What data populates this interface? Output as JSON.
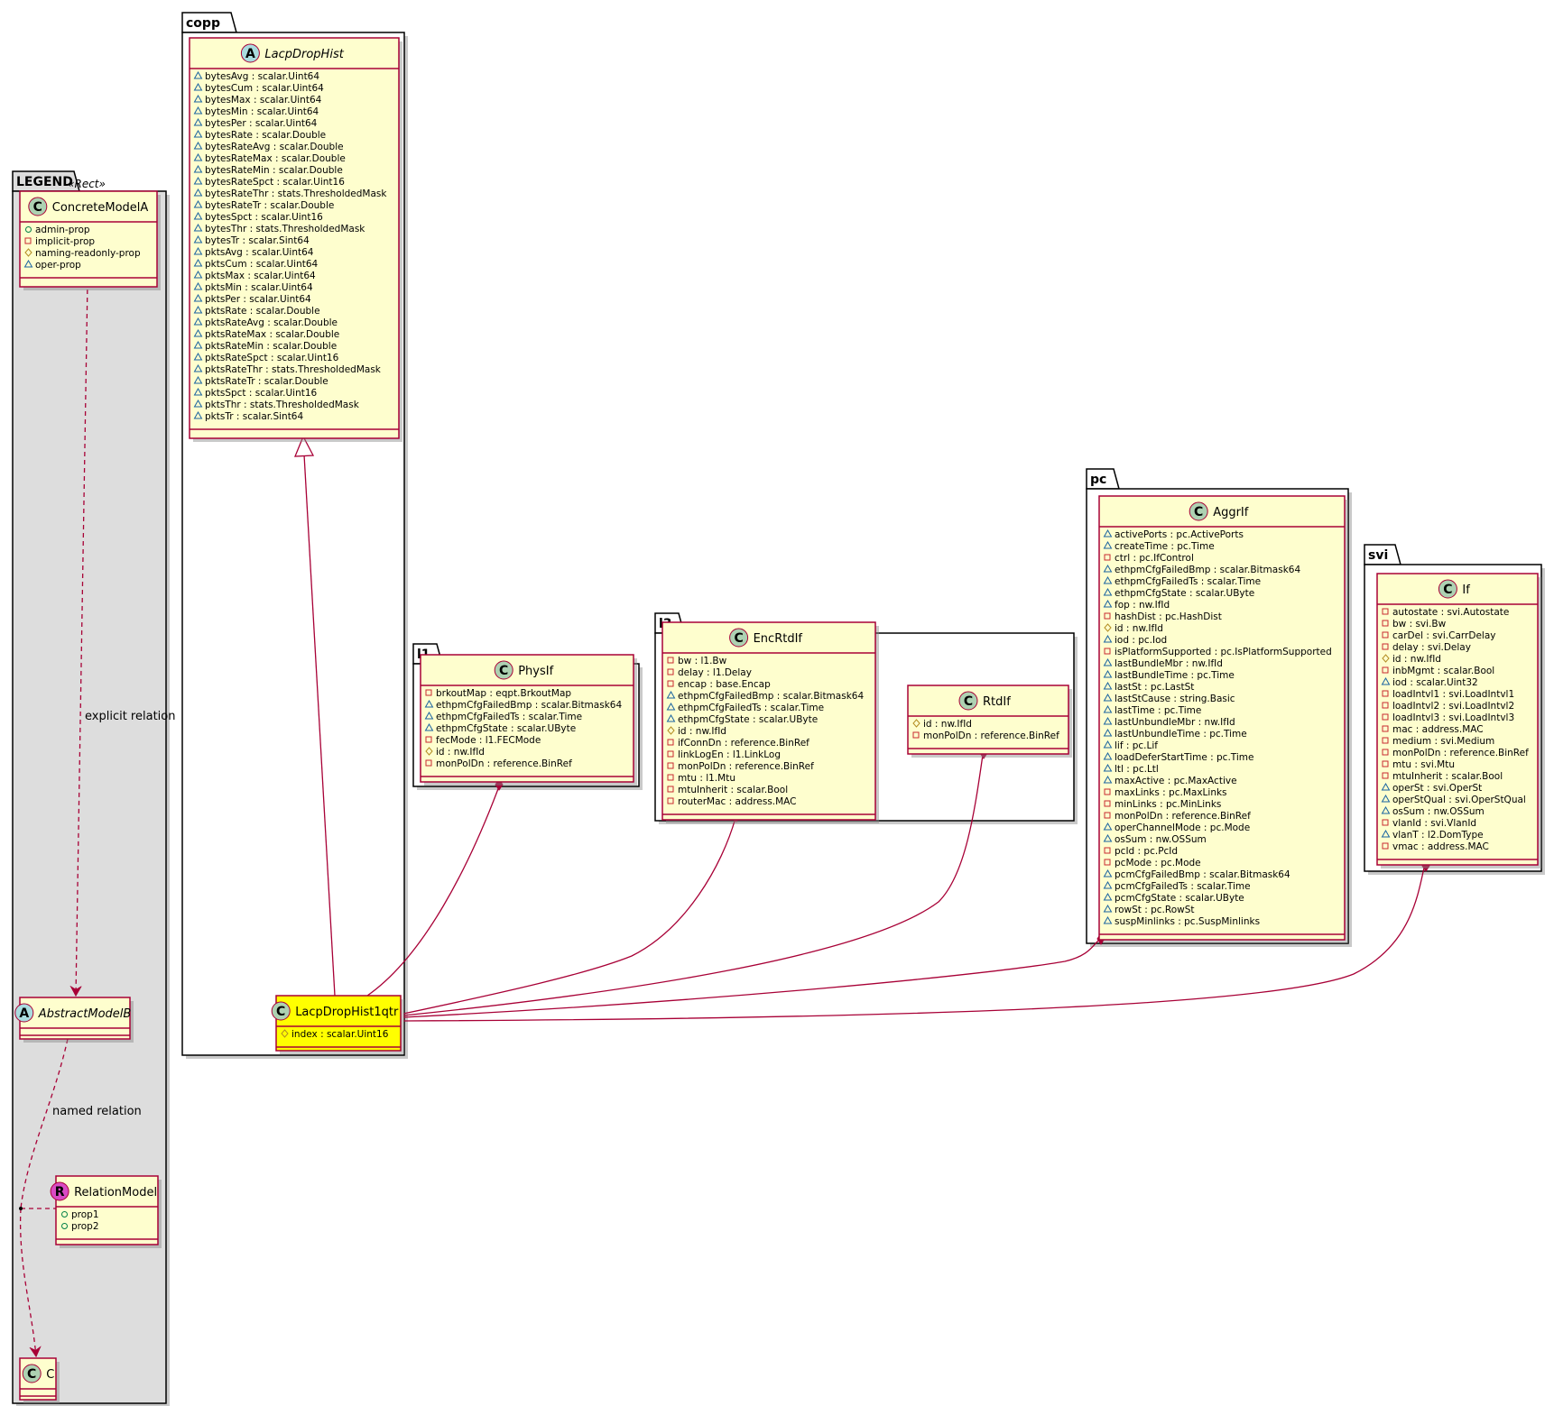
{
  "packages": {
    "legend": "LEGEND",
    "copp": "copp",
    "l1": "l1",
    "l3": "l3",
    "pc": "pc",
    "svi": "svi"
  },
  "legend": {
    "stereotype": "«Rect»",
    "concrete_model": {
      "name": "ConcreteModelA",
      "kind": "C",
      "attrs": [
        {
          "vis": "public",
          "text": "admin-prop"
        },
        {
          "vis": "private",
          "text": "implicit-prop"
        },
        {
          "vis": "protected",
          "text": "naming-readonly-prop"
        },
        {
          "vis": "package",
          "text": "oper-prop"
        }
      ]
    },
    "abstract_model": {
      "name": "AbstractModelB",
      "kind": "A"
    },
    "relation_model": {
      "name": "RelationModel",
      "kind": "R",
      "attrs": [
        {
          "vis": "public",
          "text": "prop1"
        },
        {
          "vis": "public",
          "text": "prop2"
        }
      ]
    },
    "c_model": {
      "name": "C",
      "kind": "C"
    },
    "explicit_relation": "explicit relation",
    "named_relation": "named relation"
  },
  "classes": {
    "lacp_drop_hist": {
      "name": "LacpDropHist",
      "kind": "A",
      "attrs": [
        {
          "vis": "package",
          "text": "bytesAvg : scalar.Uint64"
        },
        {
          "vis": "package",
          "text": "bytesCum : scalar.Uint64"
        },
        {
          "vis": "package",
          "text": "bytesMax : scalar.Uint64"
        },
        {
          "vis": "package",
          "text": "bytesMin : scalar.Uint64"
        },
        {
          "vis": "package",
          "text": "bytesPer : scalar.Uint64"
        },
        {
          "vis": "package",
          "text": "bytesRate : scalar.Double"
        },
        {
          "vis": "package",
          "text": "bytesRateAvg : scalar.Double"
        },
        {
          "vis": "package",
          "text": "bytesRateMax : scalar.Double"
        },
        {
          "vis": "package",
          "text": "bytesRateMin : scalar.Double"
        },
        {
          "vis": "package",
          "text": "bytesRateSpct : scalar.Uint16"
        },
        {
          "vis": "package",
          "text": "bytesRateThr : stats.ThresholdedMask"
        },
        {
          "vis": "package",
          "text": "bytesRateTr : scalar.Double"
        },
        {
          "vis": "package",
          "text": "bytesSpct : scalar.Uint16"
        },
        {
          "vis": "package",
          "text": "bytesThr : stats.ThresholdedMask"
        },
        {
          "vis": "package",
          "text": "bytesTr : scalar.Sint64"
        },
        {
          "vis": "package",
          "text": "pktsAvg : scalar.Uint64"
        },
        {
          "vis": "package",
          "text": "pktsCum : scalar.Uint64"
        },
        {
          "vis": "package",
          "text": "pktsMax : scalar.Uint64"
        },
        {
          "vis": "package",
          "text": "pktsMin : scalar.Uint64"
        },
        {
          "vis": "package",
          "text": "pktsPer : scalar.Uint64"
        },
        {
          "vis": "package",
          "text": "pktsRate : scalar.Double"
        },
        {
          "vis": "package",
          "text": "pktsRateAvg : scalar.Double"
        },
        {
          "vis": "package",
          "text": "pktsRateMax : scalar.Double"
        },
        {
          "vis": "package",
          "text": "pktsRateMin : scalar.Double"
        },
        {
          "vis": "package",
          "text": "pktsRateSpct : scalar.Uint16"
        },
        {
          "vis": "package",
          "text": "pktsRateThr : stats.ThresholdedMask"
        },
        {
          "vis": "package",
          "text": "pktsRateTr : scalar.Double"
        },
        {
          "vis": "package",
          "text": "pktsSpct : scalar.Uint16"
        },
        {
          "vis": "package",
          "text": "pktsThr : stats.ThresholdedMask"
        },
        {
          "vis": "package",
          "text": "pktsTr : scalar.Sint64"
        }
      ]
    },
    "lacp_drop_hist_1qtr": {
      "name": "LacpDropHist1qtr",
      "kind": "C",
      "highlight": "#ffff00",
      "attrs": [
        {
          "vis": "protected",
          "text": "index : scalar.Uint16"
        }
      ]
    },
    "phys_if": {
      "name": "PhysIf",
      "kind": "C",
      "attrs": [
        {
          "vis": "private",
          "text": "brkoutMap : eqpt.BrkoutMap"
        },
        {
          "vis": "package",
          "text": "ethpmCfgFailedBmp : scalar.Bitmask64"
        },
        {
          "vis": "package",
          "text": "ethpmCfgFailedTs : scalar.Time"
        },
        {
          "vis": "package",
          "text": "ethpmCfgState : scalar.UByte"
        },
        {
          "vis": "private",
          "text": "fecMode : l1.FECMode"
        },
        {
          "vis": "protected",
          "text": "id : nw.IfId"
        },
        {
          "vis": "private",
          "text": "monPolDn : reference.BinRef"
        }
      ]
    },
    "enc_rtd_if": {
      "name": "EncRtdIf",
      "kind": "C",
      "attrs": [
        {
          "vis": "private",
          "text": "bw : l1.Bw"
        },
        {
          "vis": "private",
          "text": "delay : l1.Delay"
        },
        {
          "vis": "private",
          "text": "encap : base.Encap"
        },
        {
          "vis": "package",
          "text": "ethpmCfgFailedBmp : scalar.Bitmask64"
        },
        {
          "vis": "package",
          "text": "ethpmCfgFailedTs : scalar.Time"
        },
        {
          "vis": "package",
          "text": "ethpmCfgState : scalar.UByte"
        },
        {
          "vis": "protected",
          "text": "id : nw.IfId"
        },
        {
          "vis": "private",
          "text": "ifConnDn : reference.BinRef"
        },
        {
          "vis": "private",
          "text": "linkLogEn : l1.LinkLog"
        },
        {
          "vis": "private",
          "text": "monPolDn : reference.BinRef"
        },
        {
          "vis": "private",
          "text": "mtu : l1.Mtu"
        },
        {
          "vis": "private",
          "text": "mtuInherit : scalar.Bool"
        },
        {
          "vis": "private",
          "text": "routerMac : address.MAC"
        }
      ]
    },
    "rtd_if": {
      "name": "RtdIf",
      "kind": "C",
      "attrs": [
        {
          "vis": "protected",
          "text": "id : nw.IfId"
        },
        {
          "vis": "private",
          "text": "monPolDn : reference.BinRef"
        }
      ]
    },
    "aggr_if": {
      "name": "AggrIf",
      "kind": "C",
      "attrs": [
        {
          "vis": "package",
          "text": "activePorts : pc.ActivePorts"
        },
        {
          "vis": "package",
          "text": "createTime : pc.Time"
        },
        {
          "vis": "private",
          "text": "ctrl : pc.IfControl"
        },
        {
          "vis": "package",
          "text": "ethpmCfgFailedBmp : scalar.Bitmask64"
        },
        {
          "vis": "package",
          "text": "ethpmCfgFailedTs : scalar.Time"
        },
        {
          "vis": "package",
          "text": "ethpmCfgState : scalar.UByte"
        },
        {
          "vis": "package",
          "text": "fop : nw.IfId"
        },
        {
          "vis": "private",
          "text": "hashDist : pc.HashDist"
        },
        {
          "vis": "protected",
          "text": "id : nw.IfId"
        },
        {
          "vis": "package",
          "text": "iod : pc.Iod"
        },
        {
          "vis": "private",
          "text": "isPlatformSupported : pc.IsPlatformSupported"
        },
        {
          "vis": "package",
          "text": "lastBundleMbr : nw.IfId"
        },
        {
          "vis": "package",
          "text": "lastBundleTime : pc.Time"
        },
        {
          "vis": "package",
          "text": "lastSt : pc.LastSt"
        },
        {
          "vis": "package",
          "text": "lastStCause : string.Basic"
        },
        {
          "vis": "package",
          "text": "lastTime : pc.Time"
        },
        {
          "vis": "package",
          "text": "lastUnbundleMbr : nw.IfId"
        },
        {
          "vis": "package",
          "text": "lastUnbundleTime : pc.Time"
        },
        {
          "vis": "package",
          "text": "lif : pc.Lif"
        },
        {
          "vis": "package",
          "text": "loadDeferStartTime : pc.Time"
        },
        {
          "vis": "package",
          "text": "ltl : pc.Ltl"
        },
        {
          "vis": "package",
          "text": "maxActive : pc.MaxActive"
        },
        {
          "vis": "private",
          "text": "maxLinks : pc.MaxLinks"
        },
        {
          "vis": "private",
          "text": "minLinks : pc.MinLinks"
        },
        {
          "vis": "private",
          "text": "monPolDn : reference.BinRef"
        },
        {
          "vis": "package",
          "text": "operChannelMode : pc.Mode"
        },
        {
          "vis": "package",
          "text": "osSum : nw.OSSum"
        },
        {
          "vis": "private",
          "text": "pcId : pc.PcId"
        },
        {
          "vis": "private",
          "text": "pcMode : pc.Mode"
        },
        {
          "vis": "package",
          "text": "pcmCfgFailedBmp : scalar.Bitmask64"
        },
        {
          "vis": "package",
          "text": "pcmCfgFailedTs : scalar.Time"
        },
        {
          "vis": "package",
          "text": "pcmCfgState : scalar.UByte"
        },
        {
          "vis": "package",
          "text": "rowSt : pc.RowSt"
        },
        {
          "vis": "package",
          "text": "suspMinlinks : pc.SuspMinlinks"
        }
      ]
    },
    "svi_if": {
      "name": "If",
      "kind": "C",
      "attrs": [
        {
          "vis": "private",
          "text": "autostate : svi.Autostate"
        },
        {
          "vis": "private",
          "text": "bw : svi.Bw"
        },
        {
          "vis": "private",
          "text": "carDel : svi.CarrDelay"
        },
        {
          "vis": "private",
          "text": "delay : svi.Delay"
        },
        {
          "vis": "protected",
          "text": "id : nw.IfId"
        },
        {
          "vis": "private",
          "text": "inbMgmt : scalar.Bool"
        },
        {
          "vis": "package",
          "text": "iod : scalar.Uint32"
        },
        {
          "vis": "private",
          "text": "loadIntvl1 : svi.LoadIntvl1"
        },
        {
          "vis": "private",
          "text": "loadIntvl2 : svi.LoadIntvl2"
        },
        {
          "vis": "private",
          "text": "loadIntvl3 : svi.LoadIntvl3"
        },
        {
          "vis": "private",
          "text": "mac : address.MAC"
        },
        {
          "vis": "private",
          "text": "medium : svi.Medium"
        },
        {
          "vis": "private",
          "text": "monPolDn : reference.BinRef"
        },
        {
          "vis": "private",
          "text": "mtu : svi.Mtu"
        },
        {
          "vis": "private",
          "text": "mtuInherit : scalar.Bool"
        },
        {
          "vis": "package",
          "text": "operSt : svi.OperSt"
        },
        {
          "vis": "package",
          "text": "operStQual : svi.OperStQual"
        },
        {
          "vis": "package",
          "text": "osSum : nw.OSSum"
        },
        {
          "vis": "private",
          "text": "vlanId : svi.VlanId"
        },
        {
          "vis": "package",
          "text": "vlanT : l2.DomType"
        },
        {
          "vis": "private",
          "text": "vmac : address.MAC"
        }
      ]
    }
  },
  "colors": {
    "class_fill": "#fefece",
    "class_border": "#a80036",
    "highlight_fill": "#ffff00",
    "legend_fill": "#dddddd",
    "edge": "#a80036",
    "vis_public": "#038048",
    "vis_private": "#c82930",
    "vis_protected": "#b38d22",
    "vis_package": "#1963a0",
    "circle_class": "#add1b2",
    "circle_abstract": "#a9dcdf",
    "circle_relation": "#d94bc4"
  }
}
